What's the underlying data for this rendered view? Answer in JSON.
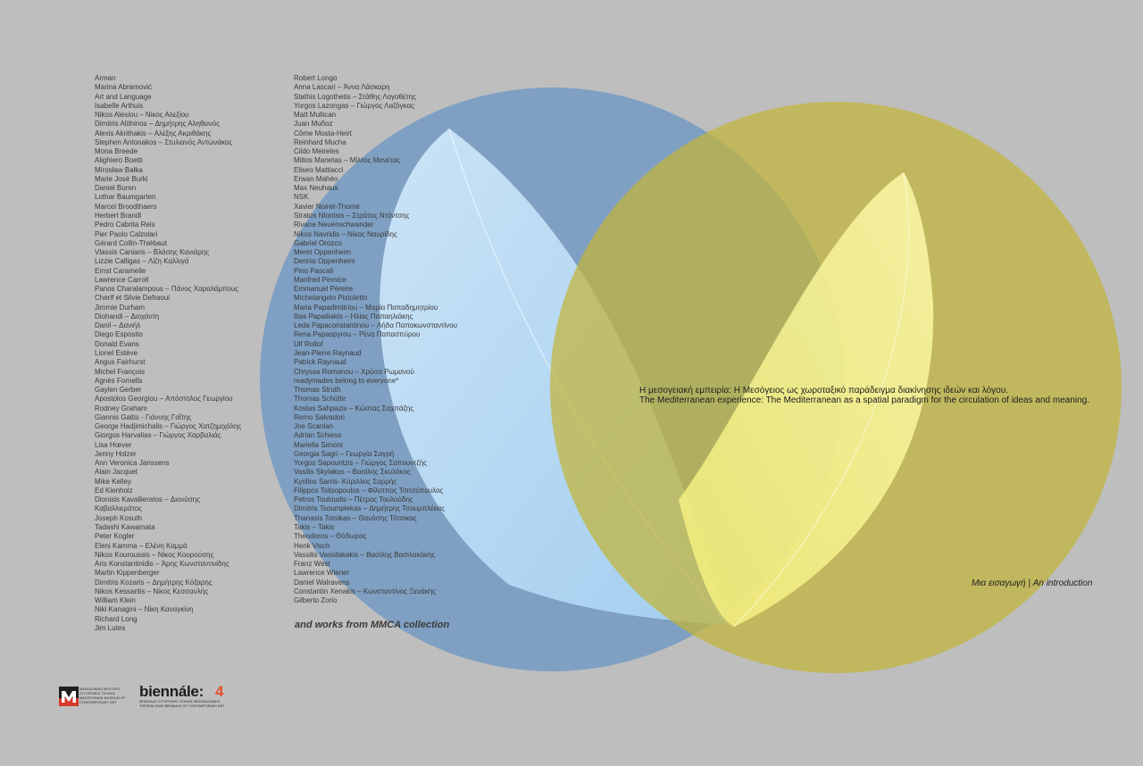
{
  "colors": {
    "background": "#bebebe",
    "blue_circle": "#6d97c3",
    "olive_circle": "#c2b439",
    "blue_petal": "#c4e6ff",
    "yellow_petal": "#ffff9e",
    "accent_orange": "#e2502c"
  },
  "artists_col1": [
    "Arman",
    "Marina Abramović",
    "Art and Language",
    "Isabelle Arthuis",
    "Nikos Alexiou – Νίκος Αλεξίου",
    "Dimitris Alithinos – Δημήτρης Αληθεινός",
    "Alexis Akrithakis – Αλέξης  Ακριθάκης",
    "Stephen Antonakos – Στυλιανός Αντωνάκος",
    "Mona Breede",
    "Alighiero Boetti",
    "Mirosław Bałka",
    "Marie José Burki",
    "Daniel Buren",
    "Lothar Baumgarten",
    "Marcel Broodthaers",
    "Herbert Brandl",
    "Pedro Cabrita Reis",
    "Pier Paolo Calzolari",
    "Gérard Collin-Thiébaut",
    "Vlassis Caniaris – Βλάσης Κανιάρης",
    "Lizzie Calligas – Λίζη Καλλιγά",
    "Ernst Caramelle",
    "Lawrence Carroll",
    "Panos Charalampous – Πάνος Χαραλάμπους",
    "Cherif et Silvie Defraoui",
    "Jimmie Durham",
    "Diohandi – Διοχάντη",
    "Danil – Δανιήλ",
    "Diego Esposito",
    "Donald Evans",
    "Lionel Estève",
    "Angus Fairhurst",
    "Michel François",
    "Agnès Fornells",
    "Gaylen Gerber",
    "Apostolos Georgiou – Απόστολος Γεωργίου",
    "Rodney Graham",
    "Giannis Gaitis - Γιάννης Γαΐτης",
    "George Hadjimichalis  –  Γιώργος Χατζημιχάλης",
    "Giorgos Harvalias – Γιώργος Χαρβαλιάς",
    "Lisa Hœver",
    "Jenny Holzer",
    "Ann Veronica Janssens",
    "Alain Jacquet",
    "Mike Kelley",
    "Ed Kienholz",
    "Dionisis Kavallieratos – Διονύσης",
    "Καβαλλιεράτος",
    "Joseph Kosuth",
    "Tadashi Kawamata",
    "Peter Kogler",
    "Eleni Kamma – Ελένη Καμμά",
    "Nikos Kouroussis – Νίκος Κουρούσης",
    "Aris Konstantinidis – Άρης Κωνσταντινίδης",
    "Martin Kippenberger",
    "Dimitris Kozaris – Δημήτρης Κόζαρης",
    "Nikos Kessanlis – Νίκος Κεσσανλής",
    "William Klein",
    "Niki Kanagini – Νίκη Καναγκίνη",
    "Richard Long",
    "Jim Lutes"
  ],
  "artists_col2": [
    "Robert Longo",
    "Anna Lascari – Άννα Λάσκαρη",
    "Stathis Logothetis – Στάθης Λογοθέτης",
    "Yorgos Lazongas – Γιώργος Λαζόγκας",
    "Matt Mullican",
    "Juan Muñoz",
    "Côme Mosta-Heirt",
    "Reinhard Mucha",
    "Cildo Meireles",
    "Miltos Manetas – Μίλτος Μανέτας",
    "Eliseo Mattiacci",
    "Erwan Mahéo",
    "Max Neuhaus",
    "NSK",
    "Xavier Noiret-Thomé",
    "Stratos Ntontsis – Στράτος Ντόντσης",
    "Rivane Neuenschwander",
    "Nikos Navridis – Νίκος Ναυρίδης",
    "Gabriel Orozco",
    "Meret Oppenheim",
    "Dennis Oppenheim",
    "Pino Pascali",
    "Manfred Pernice",
    "Emmanuel Péreire",
    "Michelangelo Pistoletto",
    "Maria Papadimitriou – Μαρία Παπαδημητρίου",
    "Ilias Papailiakis – Ηλίας Παπαηλιάκης",
    "Leda Papaconstantinou – Λήδα Παπακωνσταντίνου",
    "Rena Papaspyrou – Ρένα Παπασπύρου",
    "Ulf Rollof",
    "Jean-Pierre Raynaud",
    "Patrick Raynaud",
    "Chryssa Romanou – Χρύσα Ρωμανού",
    "readymades belong to everyone*",
    "Thomas Struth",
    "Thomas Schütte",
    "Kostas Sahpazis – Κώστας Σαχπάζης",
    "Remo Salvadori",
    "Joe Scanlan",
    "Adrian Schiess",
    "Mariella Simoni",
    "Georgia Sagri – Γεωργία Σαγρή",
    "Yorgos Sapountzis – Γιώργος Σαπουντζής",
    "Vasilis Skylakos – Βασίλης Σκυλάκος",
    "Kyrillos Sarris- Κύριλλος Σαρρής",
    "Filippos Tsitsopoulos – Φίλιππος Τσιτσόπουλος",
    "Petros Touloudis – Πέτρος Τουλούδης",
    "Dimitris Tsoumplekas – Δημήτρης Τσουμπλέκας",
    "Thanasis Totsikas – Θανάσης Τότσικας",
    "Takis – Takis",
    "Theodoros – Θόδωρος",
    "Henk Visch",
    "Vassilis Vassilakakis – Βασίλης Βασιλακάκης",
    "Franz West",
    "Lawrence Wiener",
    "Daniel Walravens",
    "Constantin Xenakis – Κωνσταντίνος Ξενάκης",
    "Gilberto Zorio"
  ],
  "mmca_note": "and works from MMCA collection",
  "title_greek": "Η μεσογειακή εμπειρία: Η Μεσόγειος ως χωροταξικό παράδειγμα διακίνησης ιδεών και λόγου.",
  "title_english": "The Mediterranean experience: The Mediterranean as a spatial paradigm for the circulation of ideas and meaning.",
  "intro_label": "Μια εισαγωγή | An introduction",
  "museum_logo": {
    "icon": "mmca-logo-mark",
    "lines": [
      "ΜΑΚΕΔΟΝΙΚΟ ΜΟΥΣΕΙΟ",
      "ΣΥΓΧΡΟΝΗΣ ΤΕΧΝΗΣ",
      "MACEDONIAN MUSEUM OF",
      "CONTEMPORARY ART"
    ]
  },
  "biennale_logo": {
    "word": "biennále:",
    "number": "4",
    "lines": [
      "ΜΠΙΕΝΑΛΕ ΣΥΓΧΡΟΝΗΣ ΤΕΧΝΗΣ ΘΕΣΣΑΛΟΝΙΚΗΣ",
      "THESSALONIKI BIENNALE OF CONTEMPORARY ART"
    ]
  }
}
